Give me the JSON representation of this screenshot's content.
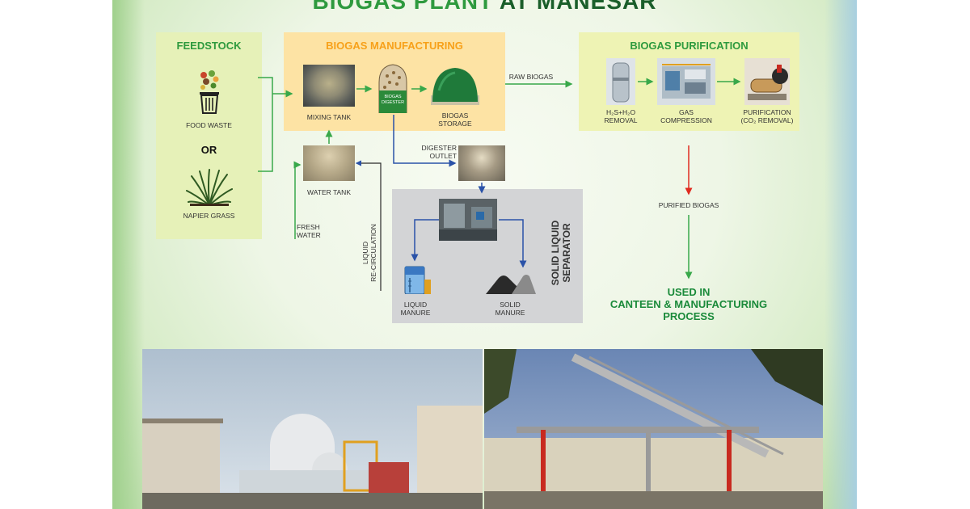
{
  "title": {
    "part1": "BIOGAS PLANT",
    "part2": "AT MANESAR"
  },
  "feedstock": {
    "heading": "FEEDSTOCK",
    "food_waste": "FOOD WASTE",
    "or": "OR",
    "napier_grass": "NAPIER GRASS"
  },
  "manufacturing": {
    "heading": "BIOGAS MANUFACTURING",
    "mixing_tank": "MIXING TANK",
    "digester_tag": [
      "BIOGAS",
      "DIGESTER"
    ],
    "storage": [
      "BIOGAS",
      "STORAGE"
    ]
  },
  "purification": {
    "heading": "BIOGAS PURIFICATION",
    "h2s_removal": [
      "H₂S+H₂O",
      "REMOVAL"
    ],
    "gas_compression": [
      "GAS",
      "COMPRESSION"
    ],
    "co2_removal": [
      "PURIFICATION",
      "(CO₂ REMOVAL)"
    ]
  },
  "flow": {
    "raw_biogas": "RAW BIOGAS",
    "purified_biogas": "PURIFIED BIOGAS",
    "water_tank": "WATER TANK",
    "fresh_water": [
      "FRESH",
      "WATER"
    ],
    "digester_outlet": [
      "DIGESTER",
      "OUTLET"
    ],
    "liquid_recirculation": [
      "LIQUID",
      "RE-CIRCULATION"
    ]
  },
  "separator": {
    "heading": [
      "SOLID LIQUID",
      "SEPARATOR"
    ],
    "liquid_manure": [
      "LIQUID",
      "MANURE"
    ],
    "solid_manure": [
      "SOLID",
      "MANURE"
    ]
  },
  "usage": [
    "USED IN",
    "CANTEEN & MANUFACTURING",
    "PROCESS"
  ],
  "colors": {
    "heading_green": "#2e9a3e",
    "dark_green": "#1a5e2a",
    "manufacturing_orange": "#f7a11a",
    "feedstock_bg": "#e6f1b8",
    "manufacturing_bg": "#fde3a4",
    "purification_bg": "#eef3b4",
    "separator_bg": "#d3d4d6",
    "arrow_green": "#38a84a",
    "arrow_blue": "#2a52a8",
    "arrow_red": "#e02b20"
  },
  "icons": [
    "food-waste-bin-icon",
    "napier-grass-icon",
    "digester-dome-icon",
    "liquid-tank-icon",
    "solid-manure-pile-icon"
  ]
}
